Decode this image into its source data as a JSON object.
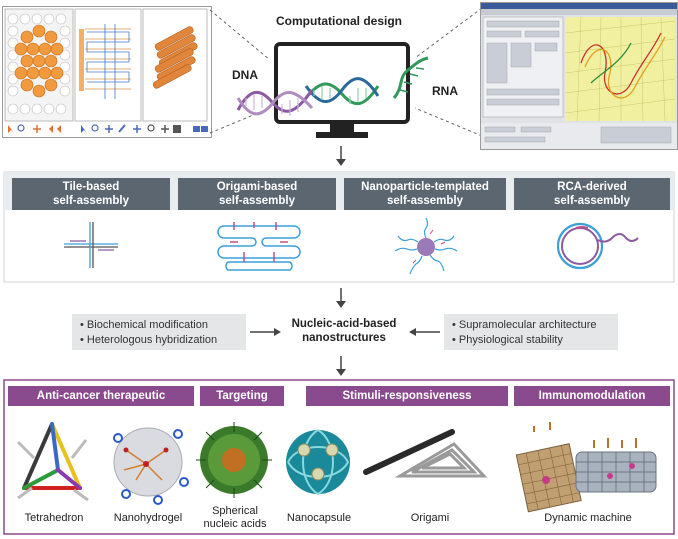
{
  "top": {
    "title": "Computational design",
    "dna_label": "DNA",
    "rna_label": "RNA"
  },
  "assembly": {
    "headers": [
      {
        "line1": "Tile-based",
        "line2": "self-assembly"
      },
      {
        "line1": "Origami-based",
        "line2": "self-assembly"
      },
      {
        "line1": "Nanoparticle-templated",
        "line2": "self-assembly"
      },
      {
        "line1": "RCA-derived",
        "line2": "self-assembly"
      }
    ]
  },
  "middle": {
    "center_line1": "Nucleic-acid-based",
    "center_line2": "nanostructures",
    "left_items": [
      "Biochemical modification",
      "Heterologous hybridization"
    ],
    "right_items": [
      "Supramolecular architecture",
      "Physiological stability"
    ]
  },
  "applications": {
    "headers": [
      "Anti-cancer therapeutic",
      "Targeting",
      "Stimuli-responsiveness",
      "Immunomodulation"
    ],
    "captions": [
      "Tetrahedron",
      "Nanohydrogel",
      "Spherical nucleic acids",
      "Nanocapsule",
      "Origami",
      "Dynamic machine"
    ]
  },
  "colors": {
    "gray_header": "#5c6670",
    "purple_header": "#8a4a8e",
    "dna_purple": "#8b5aa0",
    "dna_green": "#2f9a5a",
    "line_blue": "#3aa0d8",
    "line_pink": "#c0508a"
  }
}
